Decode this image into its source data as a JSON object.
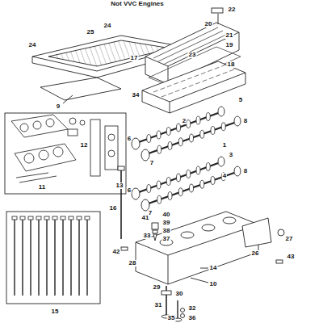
{
  "diagram": {
    "title": "Not VVC Engines",
    "labels": [
      "22",
      "20",
      "21",
      "19",
      "24",
      "25",
      "24",
      "23",
      "17",
      "18",
      "9",
      "34",
      "5",
      "2",
      "8",
      "6",
      "7",
      "1",
      "3",
      "12",
      "11",
      "13",
      "6",
      "7",
      "4",
      "8",
      "16",
      "40",
      "41",
      "39",
      "38",
      "37",
      "33",
      "26",
      "27",
      "42",
      "28",
      "14",
      "10",
      "43",
      "15",
      "29",
      "30",
      "31",
      "32",
      "35",
      "36"
    ]
  }
}
